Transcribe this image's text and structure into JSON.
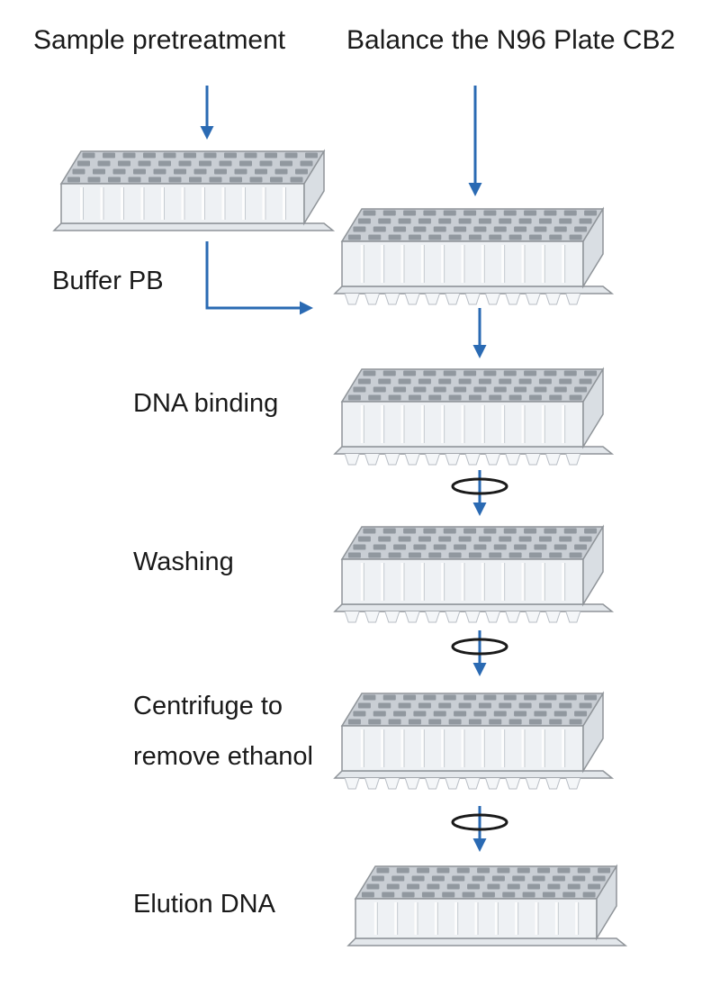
{
  "headers": {
    "left": "Sample pretreatment",
    "right": "Balance the N96 Plate CB2"
  },
  "steps": {
    "buffer": "Buffer PB",
    "binding": "DNA binding",
    "washing": "Washing",
    "centrifuge_line1": "Centrifuge to",
    "centrifuge_line2": "remove ethanol",
    "elution": "Elution DNA"
  },
  "colors": {
    "arrow": "#2a6ab3",
    "plate_edge": "#8f9499",
    "plate_fill": "#eef1f4",
    "plate_top": "#c9ced4",
    "well": "#7d858e"
  }
}
